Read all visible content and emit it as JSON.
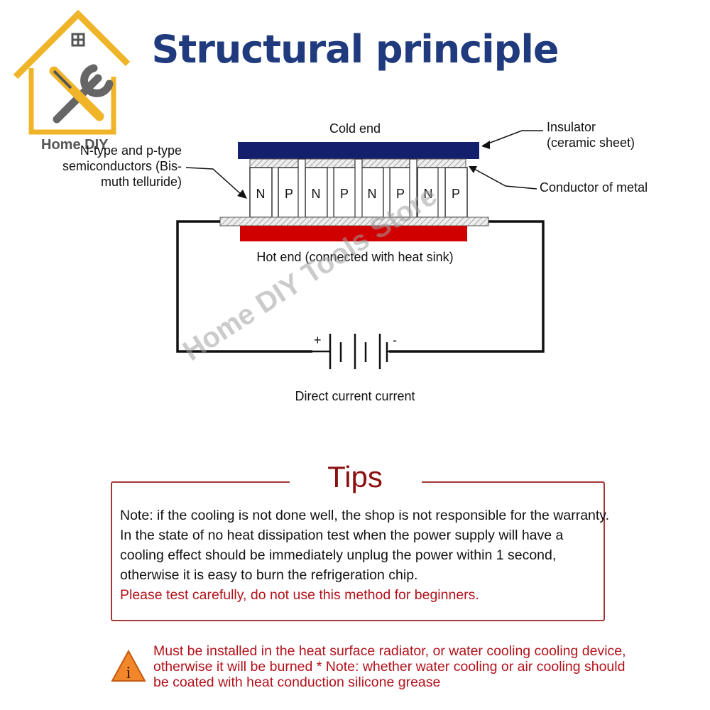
{
  "header": {
    "title": "Structural principle",
    "brand": "Home DIY"
  },
  "diagram": {
    "cold_end": "Cold end",
    "insulator_line1": "Insulator",
    "insulator_line2": "(ceramic sheet)",
    "semiconductor_line1": "N-type and p-type",
    "semiconductor_line2": "semiconductors (Bis-",
    "semiconductor_line3": "muth telluride)",
    "conductor": "Conductor of metal",
    "hot_end": "Hot end (connected with heat sink)",
    "dc_label": "Direct current current",
    "plus": "+",
    "minus": "-",
    "cells": [
      "N",
      "P",
      "N",
      "P",
      "N",
      "P",
      "N",
      "P"
    ],
    "colors": {
      "cold_plate": "#14206b",
      "hot_plate": "#d10000",
      "wire": "#111111"
    }
  },
  "tips": {
    "title": "Tips",
    "note": "Note: if the cooling is not done well, the shop is not responsible for the warranty. In the state of no heat dissipation test when the power supply will have a cooling effect should be immediately unplug the power within 1 second, otherwise it is easy to burn the refrigeration chip.",
    "warning_red": "Please test carefully, do not use this method for beginners."
  },
  "warning": {
    "icon": "warning-triangle-icon",
    "text": "Must be installed in the heat surface radiator, or water cooling cooling device, otherwise it will be burned * Note: whether water cooling or air cooling should be coated with heat conduction silicone grease"
  },
  "watermark": "Home DIY Tools Store"
}
